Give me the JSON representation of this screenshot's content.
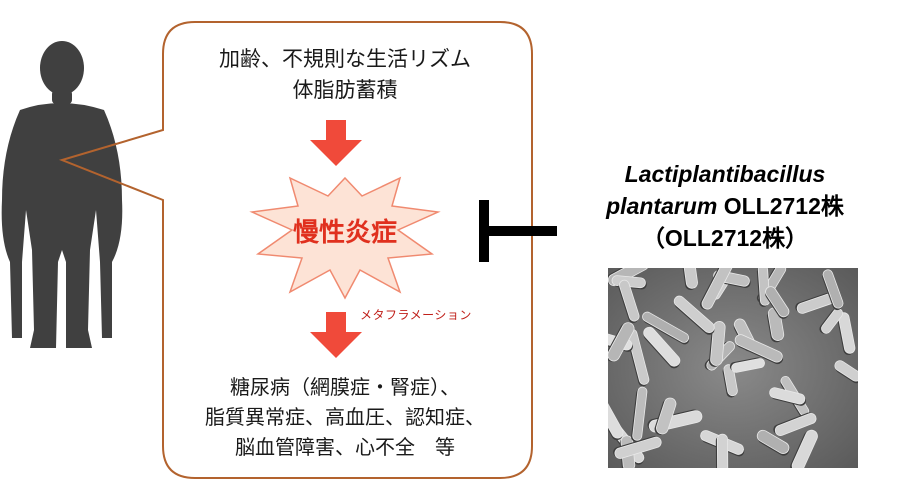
{
  "cause": {
    "line1": "加齢、不規則な生活リズム",
    "line2": "体脂肪蓄積"
  },
  "center": {
    "label": "慢性炎症"
  },
  "transition": {
    "label": "メタフラメーション"
  },
  "outcome": {
    "line1": "糖尿病（網膜症・腎症）、",
    "line2": "脂質異常症、高血圧、認知症、",
    "line3": "脳血管障害、心不全　等"
  },
  "strain": {
    "genus_line1": "Lactiplantibacillus",
    "species": "plantarum",
    "strain_suffix": " OLL2712株",
    "short_name": "（OLL2712株）"
  },
  "colors": {
    "bubble_border": "#b3632e",
    "arrow_red": "#f04a3a",
    "burst_fill": "#fde3d6",
    "burst_stroke": "#f08a70",
    "label_red": "#e0301e",
    "silhouette": "#404040",
    "inhibitor": "#000000"
  }
}
